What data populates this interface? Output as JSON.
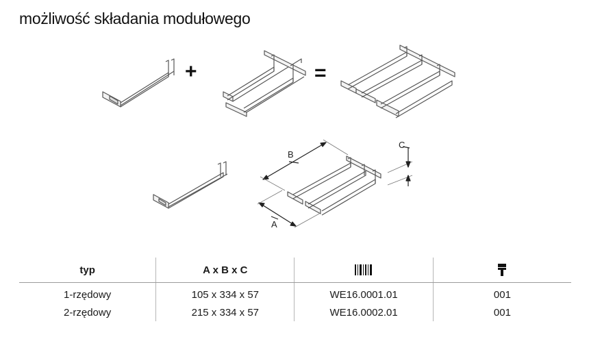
{
  "heading": "możliwość składania modułowego",
  "operators": {
    "plus": "+",
    "equals": "="
  },
  "dimensions": {
    "a": "A",
    "b": "B",
    "c": "C"
  },
  "table": {
    "headers": {
      "type": "typ",
      "dims": "A x B x C",
      "code_icon": "barcode-icon",
      "color_icon": "paint-brush-icon"
    },
    "rows": [
      {
        "type": "1-rzędowy",
        "dims": "105 x 334 x 57",
        "code": "WE16.0001.01",
        "color": "001"
      },
      {
        "type": "2-rzędowy",
        "dims": "215 x 334 x 57",
        "code": "WE16.0002.01",
        "color": "001"
      }
    ]
  }
}
